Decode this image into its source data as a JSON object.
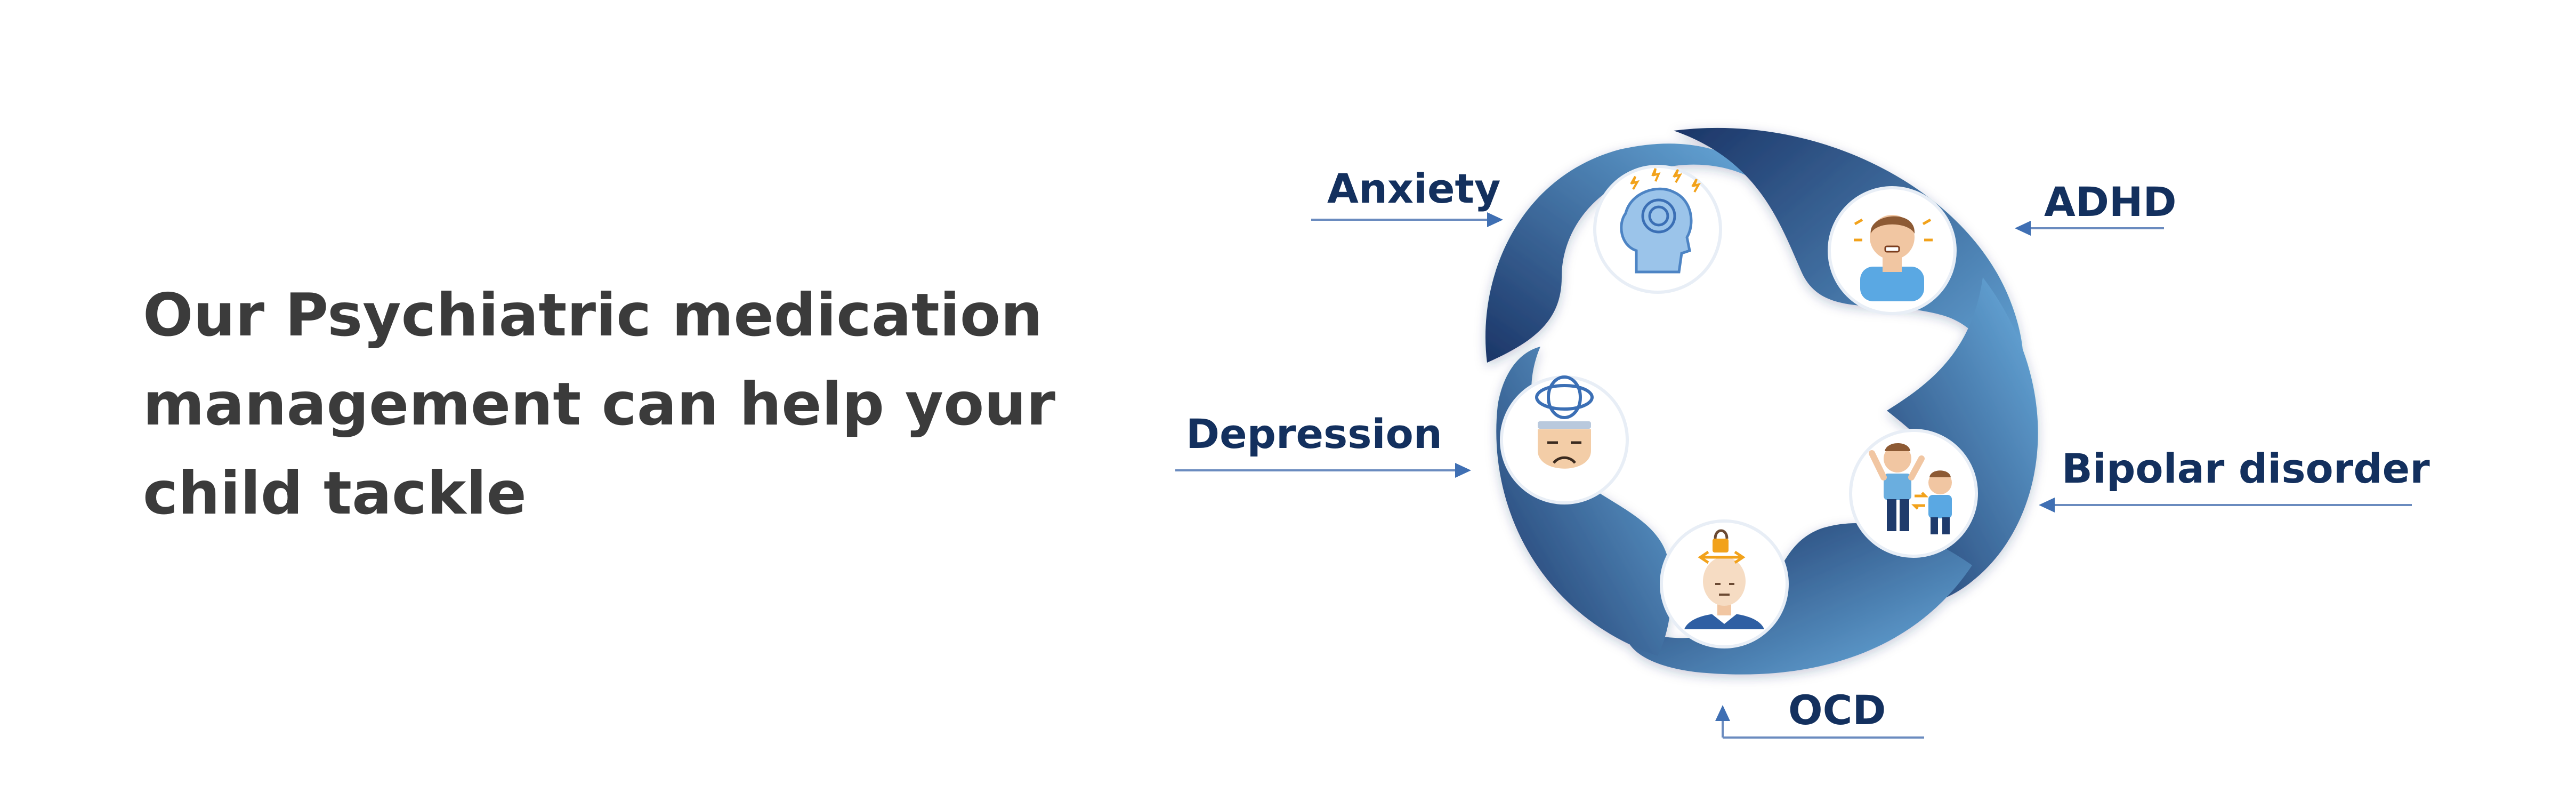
{
  "headline": {
    "line1": "Our Psychiatric medication",
    "line2": "management can help your",
    "line3": "child tackle"
  },
  "conditions": {
    "anxiety": "Anxiety",
    "adhd": "ADHD",
    "depression": "Depression",
    "bipolar": "Bipolar disorder",
    "ocd": "OCD"
  },
  "colors": {
    "heading_text": "#3b3b3b",
    "label_text": "#13305e",
    "swirl_dark": "#1b3567",
    "swirl_light": "#6aaedf",
    "pointer": "#3f6fb3"
  },
  "icons": {
    "anxiety": "anxious-head-icon",
    "adhd": "stressed-child-icon",
    "depression": "depressed-face-icon",
    "bipolar": "two-children-icon",
    "ocd": "locked-mind-icon"
  }
}
